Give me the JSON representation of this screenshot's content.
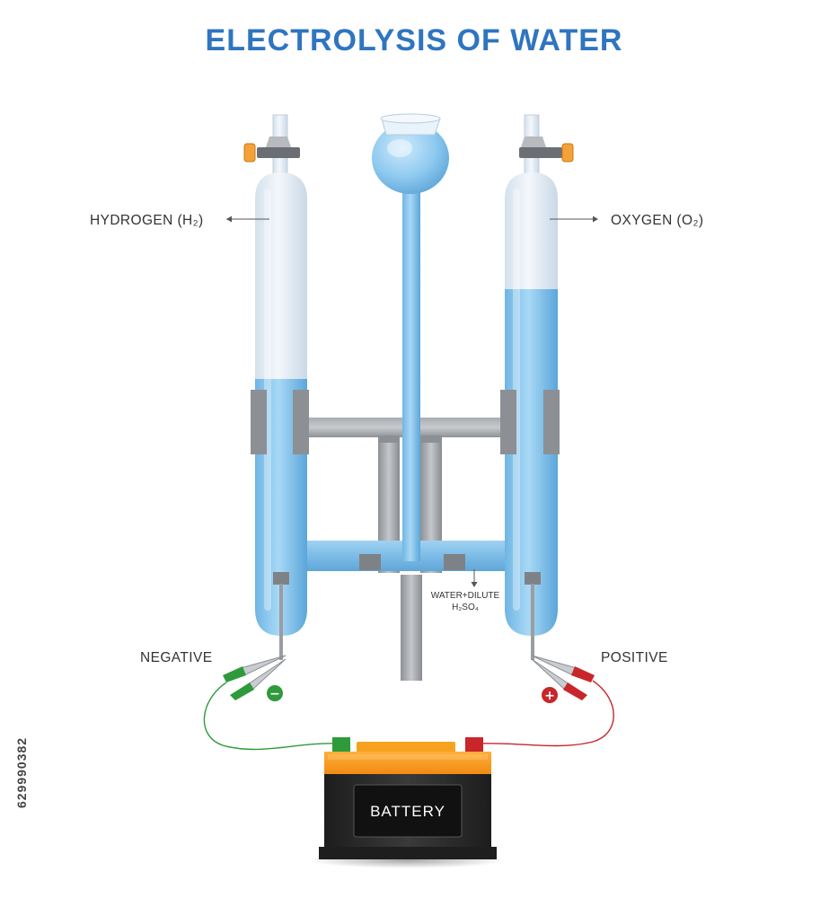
{
  "title": "ELECTROLYSIS OF WATER",
  "labels": {
    "hydrogen": "HYDROGEN (H₂)",
    "oxygen": "OXYGEN (O₂)",
    "negative": "NEGATIVE",
    "positive": "POSITIVE",
    "electrolyte_line1": "WATER+DILUTE",
    "electrolyte_line2": "H₂SO₄",
    "battery": "BATTERY",
    "negative_sign": "−",
    "positive_sign": "+"
  },
  "watermark_id": "629990382",
  "colors": {
    "title": "#2f75c0",
    "water": "#7fbfe8",
    "gas": "#dde8f1",
    "clamp": "#8c8f93",
    "battery_body": "#2a2a2a",
    "battery_lid": "#f7941d",
    "negative_clip": "#2e9a3b",
    "positive_clip": "#c8262a"
  },
  "icons": [
    "stopcock-icon",
    "reservoir-bulb-icon",
    "battery-icon",
    "negative-clip-icon",
    "positive-clip-icon"
  ]
}
